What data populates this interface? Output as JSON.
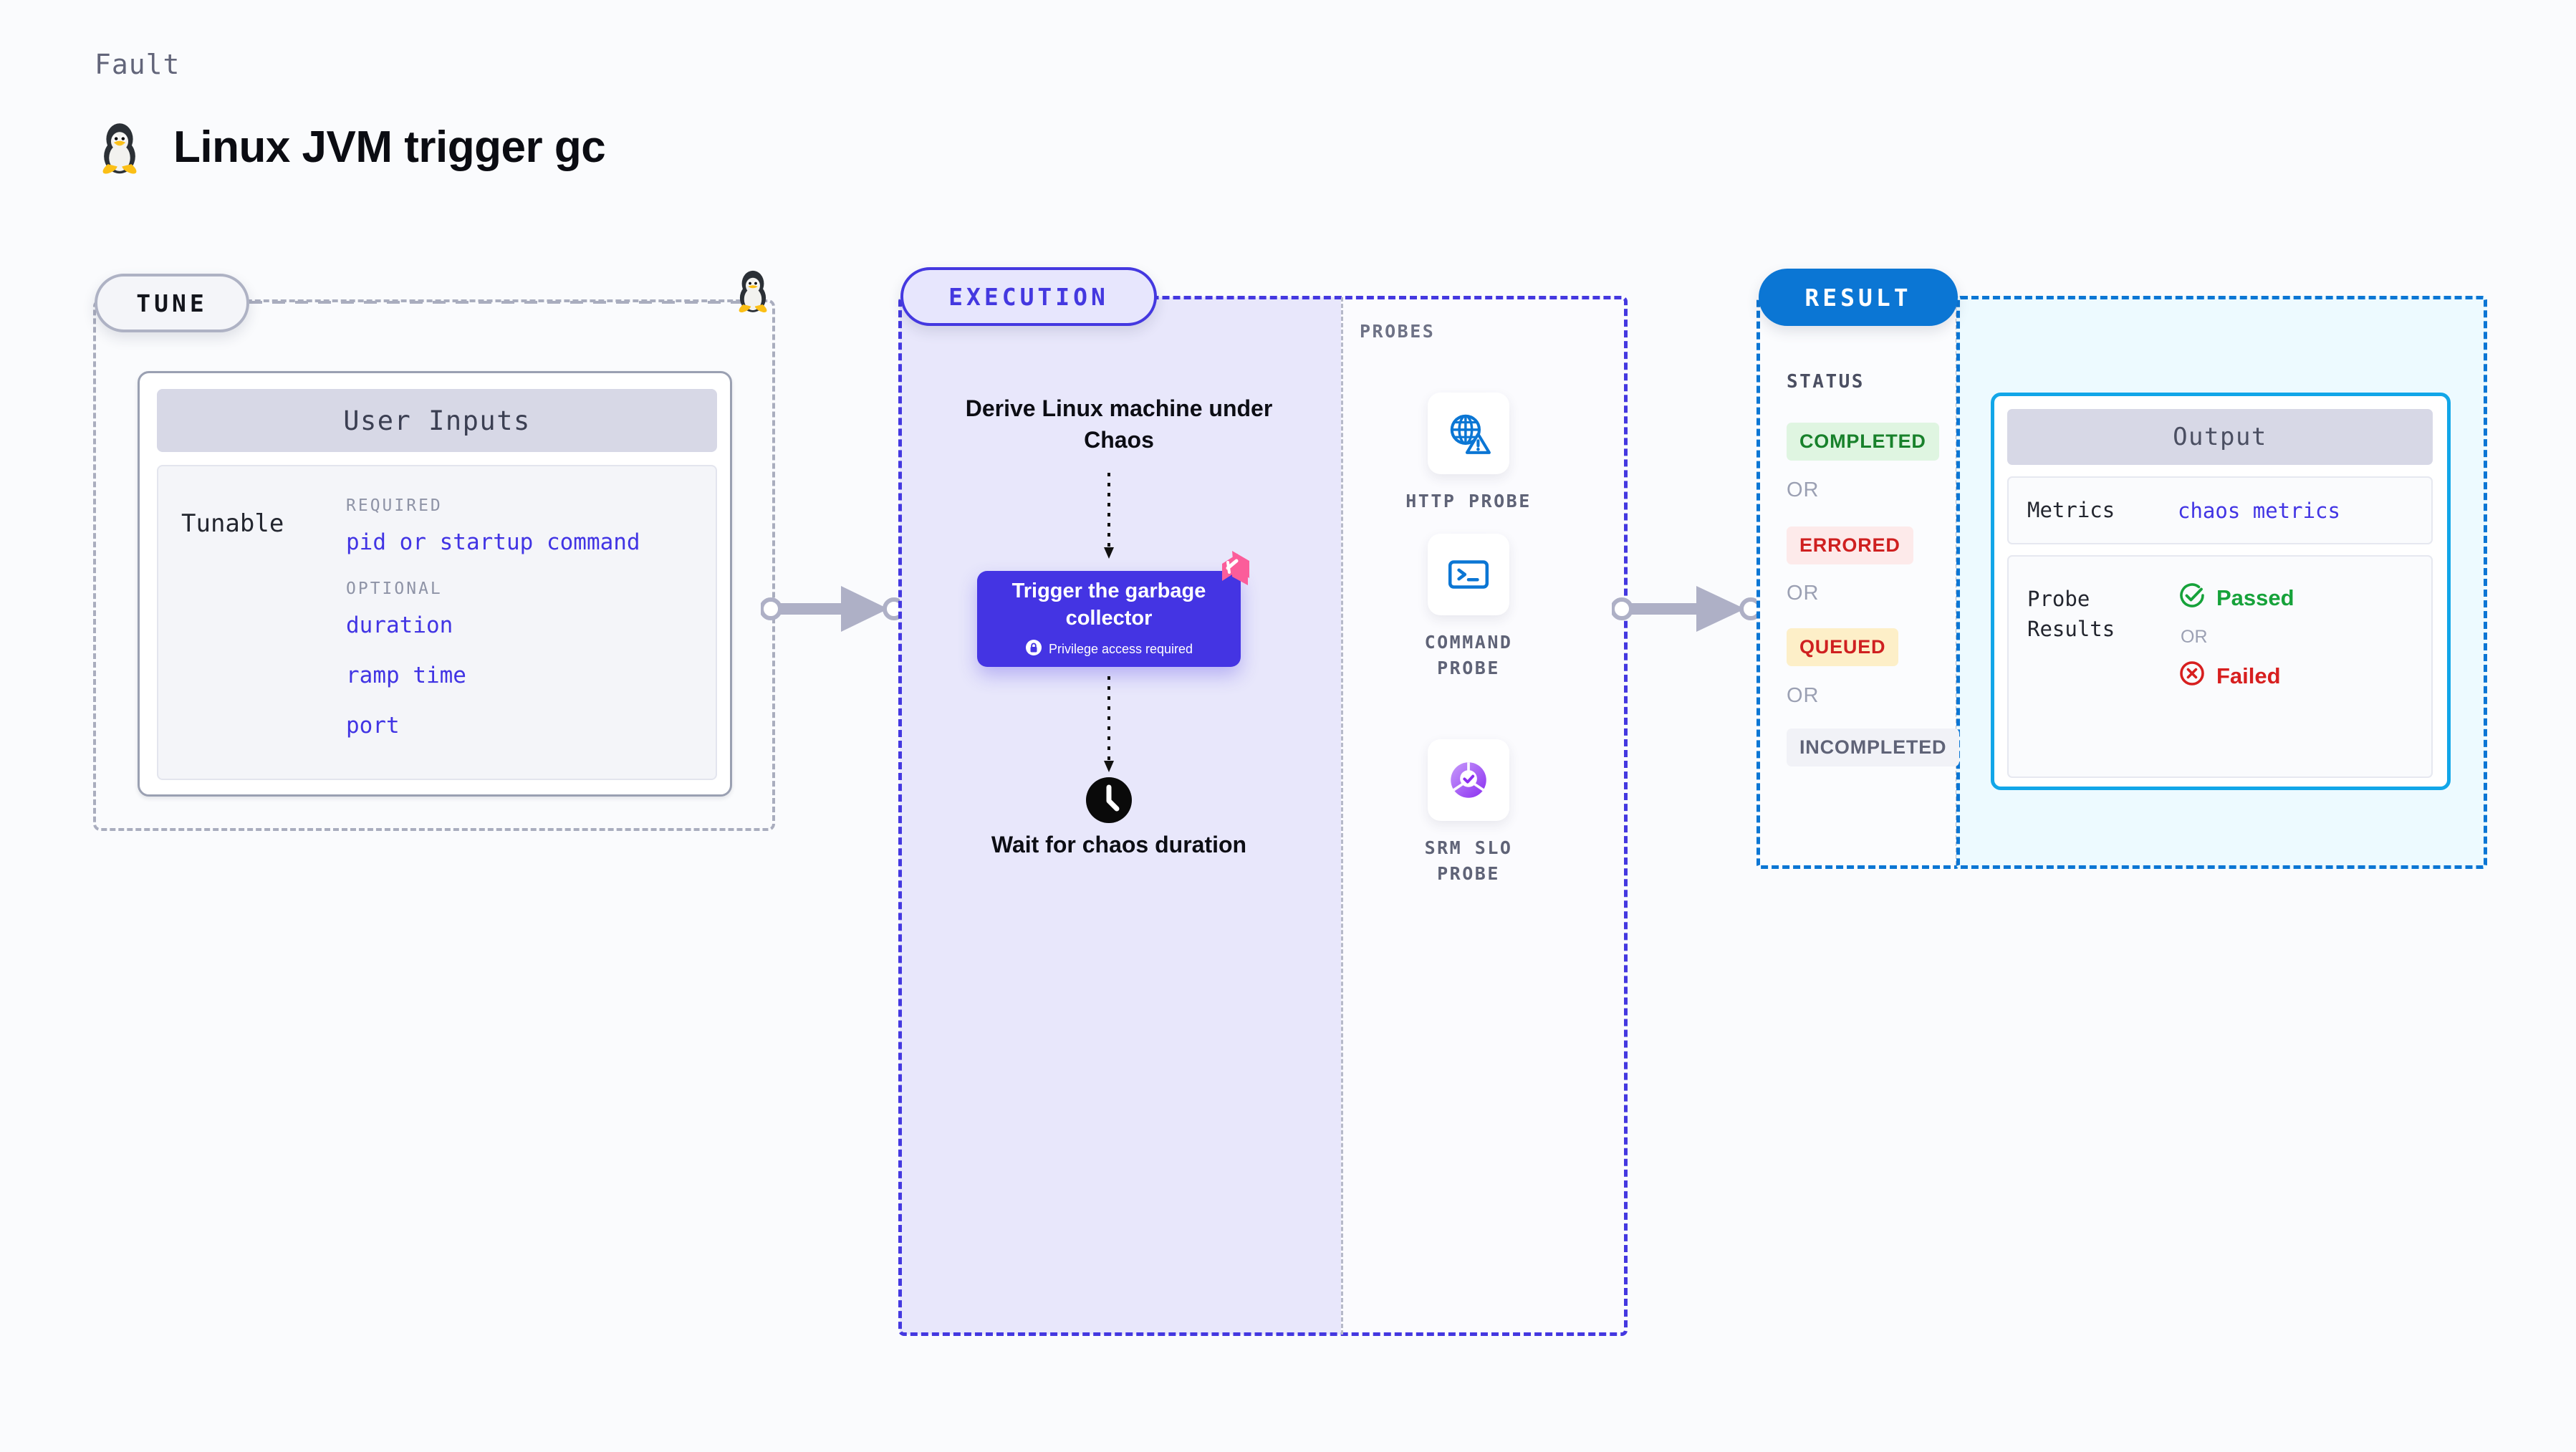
{
  "header": {
    "eyebrow": "Fault",
    "title": "Linux JVM trigger gc",
    "icon": "linux-penguin-icon"
  },
  "tune": {
    "pill_label": "TUNE",
    "corner_icon": "linux-penguin-icon",
    "card": {
      "title": "User Inputs",
      "row_label": "Tunable",
      "groups": [
        {
          "label": "REQUIRED",
          "items": [
            "pid or startup command"
          ]
        },
        {
          "label": "OPTIONAL",
          "items": [
            "duration",
            "ramp time",
            "port"
          ]
        }
      ]
    }
  },
  "execution": {
    "pill_label": "EXECUTION",
    "steps": [
      {
        "name": "derive-step",
        "title": "Derive Linux machine under Chaos"
      },
      {
        "name": "wait-step",
        "title": "Wait for chaos duration",
        "icon": "clock-icon"
      }
    ],
    "action_card": {
      "title": "Trigger the garbage collector",
      "note": "Privilege access required",
      "note_icon": "lock-icon",
      "badge_icon": "chaos-badge-icon",
      "color": "#4434e3"
    }
  },
  "probes": {
    "label": "PROBES",
    "items": [
      {
        "caption": "HTTP PROBE",
        "icon": "globe-warning-icon",
        "color": "#0b76d4"
      },
      {
        "caption": "COMMAND PROBE",
        "icon": "terminal-icon",
        "color": "#0b76d4"
      },
      {
        "caption": "SRM SLO PROBE",
        "icon": "slo-donut-check-icon",
        "color": "#9a4df5"
      }
    ]
  },
  "result": {
    "pill_label": "RESULT",
    "status_label": "STATUS",
    "or_label": "OR",
    "statuses": [
      {
        "text": "COMPLETED",
        "color": "#18812b",
        "bg": "#dff5e1"
      },
      {
        "text": "ERRORED",
        "color": "#cf2020",
        "bg": "#fdeaea"
      },
      {
        "text": "QUEUED",
        "color": "#cf2020",
        "bg": "#fdefc8"
      },
      {
        "text": "INCOMPLETED",
        "color": "#5f6377",
        "bg": "#f1f2f7"
      }
    ],
    "output": {
      "title": "Output",
      "metrics_key": "Metrics",
      "metrics_value": "chaos metrics",
      "probe_key": "Probe Results",
      "passed": "Passed",
      "failed": "Failed",
      "or_label": "OR",
      "passed_color": "#16a23a",
      "failed_color": "#d71f1f",
      "border_color": "#12a6e8"
    }
  }
}
